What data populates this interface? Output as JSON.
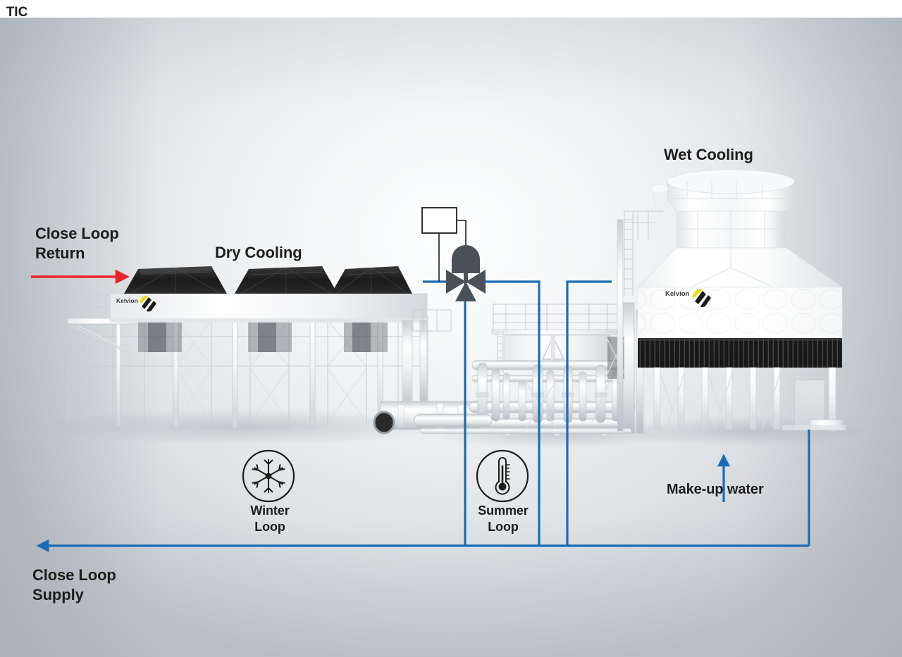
{
  "diagram": {
    "title_wet": "Wet Cooling",
    "title_dry": "Dry Cooling",
    "brand": "Kelvion",
    "labels": {
      "close_loop_return": "Close Loop\nReturn",
      "close_loop_supply": "Close Loop\nSupply",
      "makeup_water": "Make-up water",
      "winter_loop": "Winter\nLoop",
      "summer_loop": "Summer\nLoop",
      "tic": "TIC"
    },
    "icons": {
      "winter": "snowflake-icon",
      "summer": "thermometer-icon",
      "return_arrow": "red-arrow-right-icon",
      "supply_arrow": "blue-arrow-left-icon",
      "makeup_arrow": "blue-arrow-up-icon",
      "valve": "three-way-control-valve-icon",
      "controller": "temperature-indicating-controller-icon"
    },
    "colors": {
      "pipe_blue": "#1a6cb5",
      "return_red": "#e8262a",
      "outline_black": "#1d1d1b",
      "valve_gray": "#4a5156",
      "brand_yellow": "#e3e000",
      "background_light": "#fdfeff",
      "background_edge": "#c4cace"
    }
  }
}
